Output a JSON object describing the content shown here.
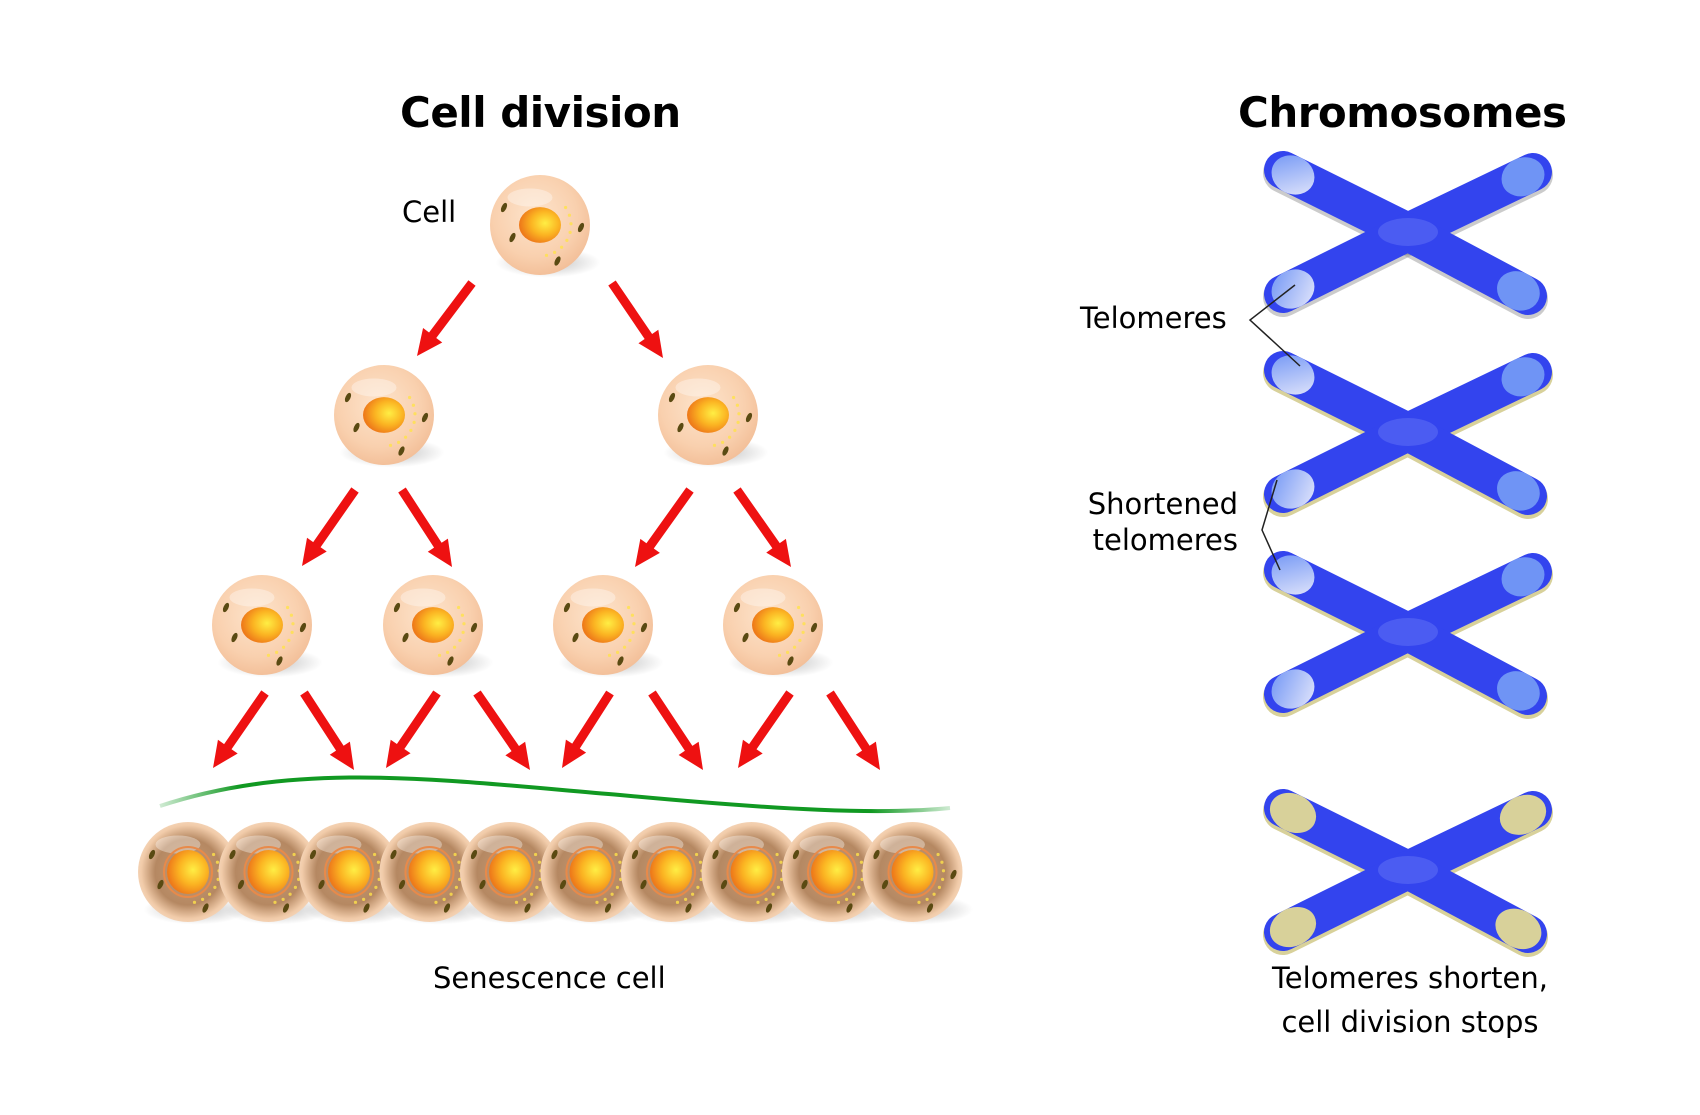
{
  "left_panel": {
    "title": "Cell division",
    "root_label": "Cell",
    "bottom_label": "Senescence cell",
    "generations": [
      1,
      2,
      4,
      8
    ],
    "senescent_cell_count": 10
  },
  "right_panel": {
    "title": "Chromosomes",
    "labels": {
      "telomeres": "Telomeres",
      "shortened_line1": "Shortened",
      "shortened_line2": "telomeres",
      "caption_line1": "Telomeres shorten,",
      "caption_line2": "cell division stops"
    },
    "chromosomes": [
      {
        "stage": "normal",
        "tip": "light-blue"
      },
      {
        "stage": "shortening",
        "tip": "light-blue-with-khaki-rim"
      },
      {
        "stage": "shortening",
        "tip": "light-blue-with-khaki-rim"
      },
      {
        "stage": "shortened",
        "tip": "khaki"
      }
    ]
  },
  "colors": {
    "arrow": "#ee1111",
    "green_line": "#119922",
    "chromosome_blue": "#3344ee",
    "chromosome_tip": "#6f94f5",
    "telomere_khaki": "#d8d19a",
    "cell_body": "#fbd6b8",
    "nucleus": "#f6a21c"
  }
}
